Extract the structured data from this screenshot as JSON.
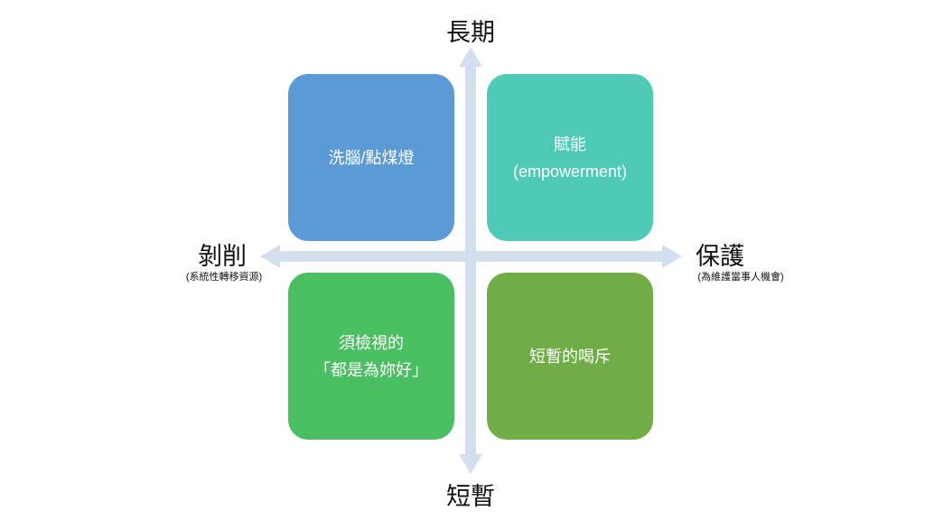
{
  "axes": {
    "top": "長期",
    "bottom": "短暫",
    "left": {
      "label": "剝削",
      "sub": "(系統性轉移資源)"
    },
    "right": {
      "label": "保護",
      "sub": "(為維護當事人機會)"
    }
  },
  "quadrants": {
    "top_left": {
      "lines": [
        "洗腦/點煤燈"
      ],
      "color": "#5B9BD5"
    },
    "top_right": {
      "lines": [
        "賦能",
        "(empowerment)"
      ],
      "color": "#4FCAB6"
    },
    "bottom_left": {
      "lines": [
        "須檢視的",
        "「都是為妳好」"
      ],
      "color": "#4ABF62"
    },
    "bottom_right": {
      "lines": [
        "短暫的喝斥"
      ],
      "color": "#70AD47"
    }
  },
  "arrow_color": "#D3DEEF"
}
